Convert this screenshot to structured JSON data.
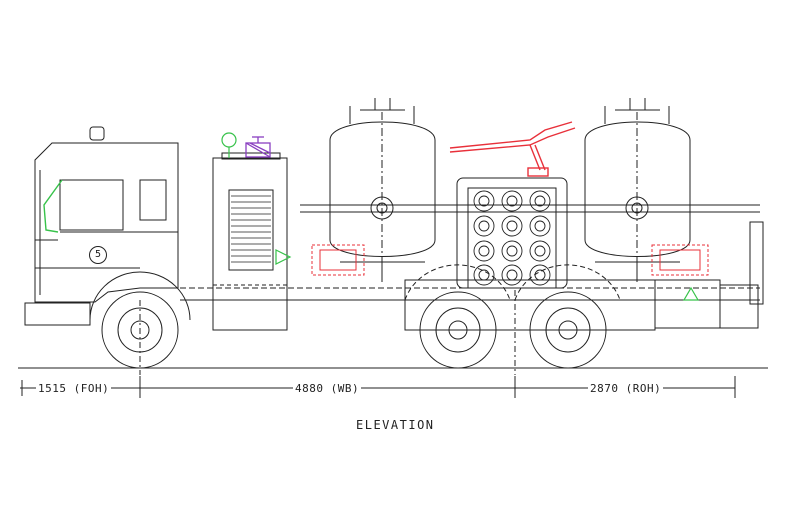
{
  "title": "ELEVATION",
  "dimensions": {
    "front_overhang": "1515 (FOH)",
    "wheelbase": "4880 (WB)",
    "rear_overhang": "2870 (ROH)"
  },
  "cab_badge": "5",
  "colors": {
    "line": "#222222",
    "red_valve": "#e8303a",
    "green_element": "#37c24a",
    "purple_element": "#8a3fc1",
    "background": "#ffffff"
  }
}
